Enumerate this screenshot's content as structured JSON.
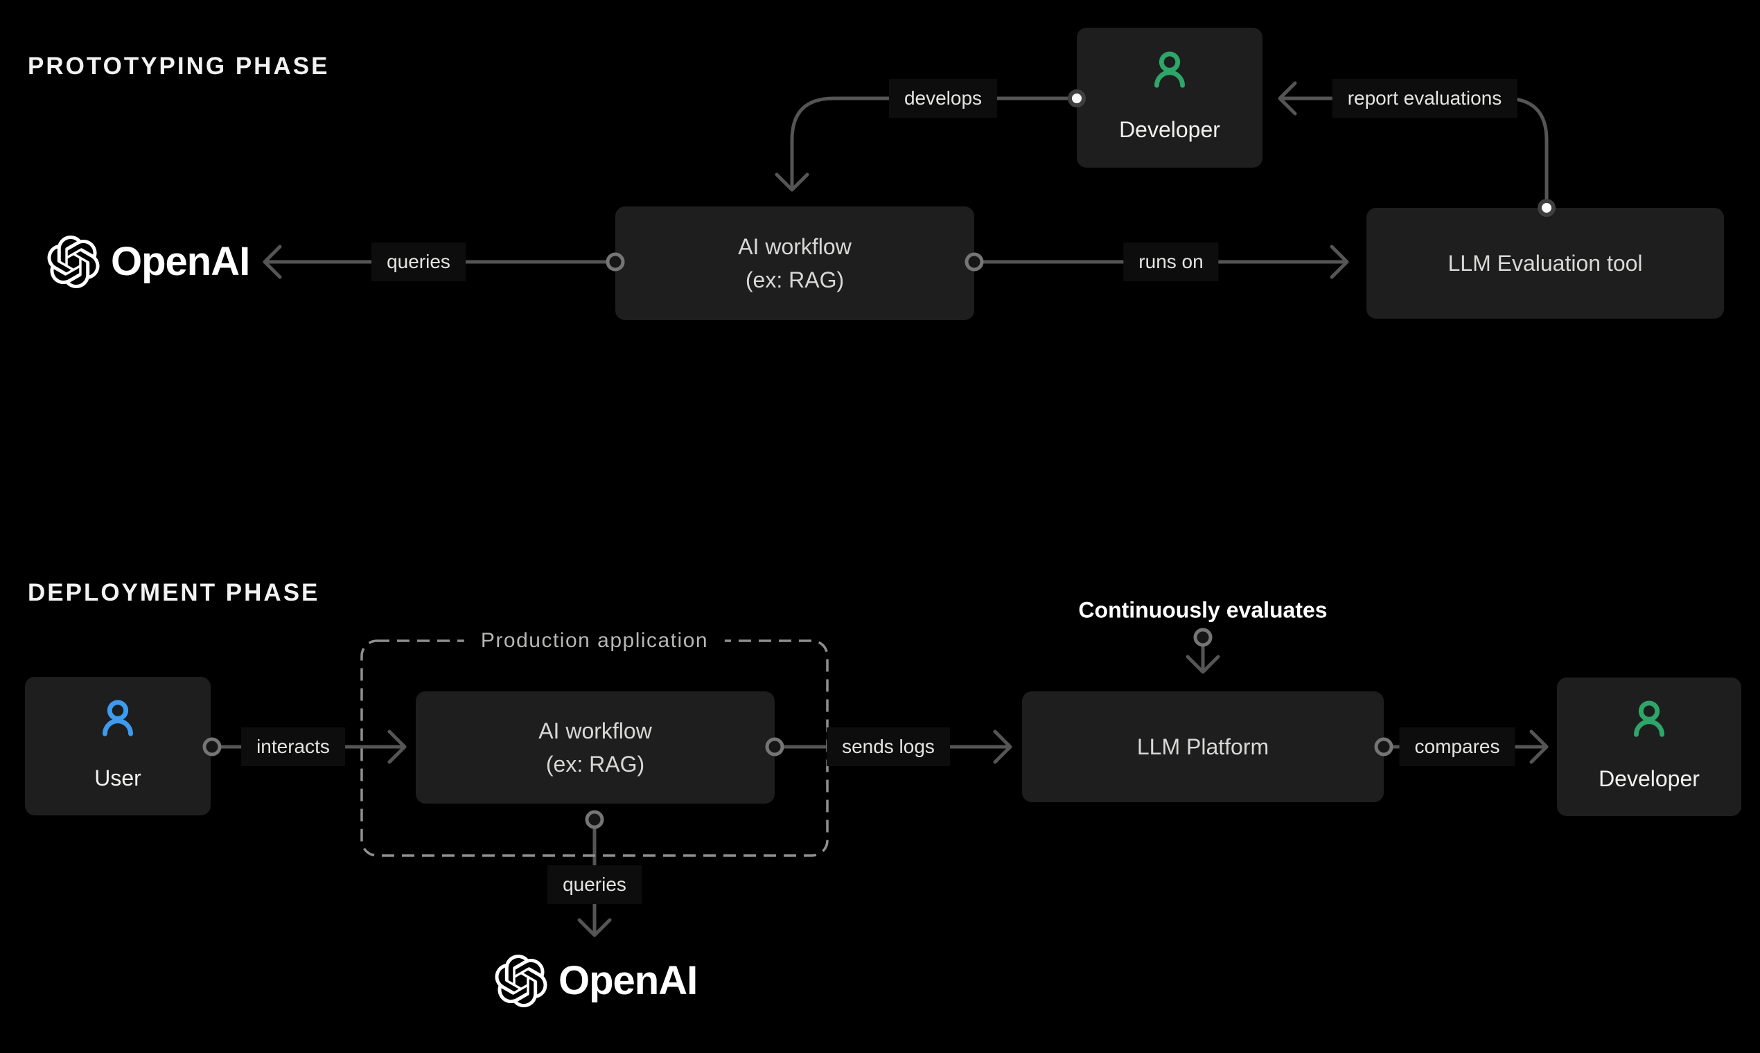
{
  "phases": {
    "prototyping": {
      "title": "PROTOTYPING PHASE"
    },
    "deployment": {
      "title": "DEPLOYMENT PHASE"
    }
  },
  "nodes": {
    "developer_top": {
      "label": "Developer",
      "icon": "person-icon"
    },
    "ai_workflow_top": {
      "label": "AI workflow",
      "sublabel": "(ex: RAG)"
    },
    "llm_eval": {
      "label": "LLM Evaluation tool"
    },
    "openai_top": {
      "label": "OpenAI",
      "icon": "openai-logomark-icon"
    },
    "user": {
      "label": "User",
      "icon": "person-icon"
    },
    "production_app": {
      "label": "Production application"
    },
    "ai_workflow_bottom": {
      "label": "AI workflow",
      "sublabel": "(ex: RAG)"
    },
    "llm_platform": {
      "label": "LLM Platform"
    },
    "developer_bottom": {
      "label": "Developer",
      "icon": "person-icon"
    },
    "openai_bottom": {
      "label": "OpenAI",
      "icon": "openai-logomark-icon"
    }
  },
  "edges": {
    "develops": {
      "label": "develops"
    },
    "report_evaluations": {
      "label": "report evaluations"
    },
    "queries_top": {
      "label": "queries"
    },
    "runs_on": {
      "label": "runs on"
    },
    "interacts": {
      "label": "interacts"
    },
    "sends_logs": {
      "label": "sends logs"
    },
    "compares": {
      "label": "compares"
    },
    "queries_bottom": {
      "label": "queries"
    },
    "continuously_evaluates": {
      "label": "Continuously evaluates"
    }
  },
  "colors": {
    "background": "#000000",
    "node_fill": "#1e1e1e",
    "line": "#555555",
    "dashed_border": "#8f8f8f",
    "developer_icon_green": "#2EA66A",
    "user_icon_blue": "#3D9BF0",
    "phase_title_text": "#f2f2f2",
    "box_label_text": "#d8d8d6",
    "edge_label_text": "#e4e4e2",
    "production_label_text": "#b6b6b4",
    "logo_text": "#ffffff"
  }
}
